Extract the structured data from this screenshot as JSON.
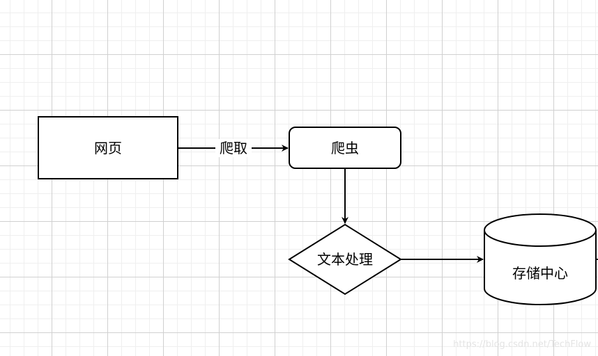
{
  "nodes": {
    "webpage": {
      "label": "网页"
    },
    "crawler": {
      "label": "爬虫"
    },
    "text_processing": {
      "label": "文本处理"
    },
    "storage_center": {
      "label": "存储中心"
    }
  },
  "edges": {
    "crawl": {
      "label": "爬取"
    }
  },
  "watermark": "https://blog.csdn.net/TechFlow",
  "colors": {
    "stroke": "#000000",
    "fill": "#ffffff",
    "grid_major": "#d0d0d0",
    "grid_minor": "#efefef"
  }
}
